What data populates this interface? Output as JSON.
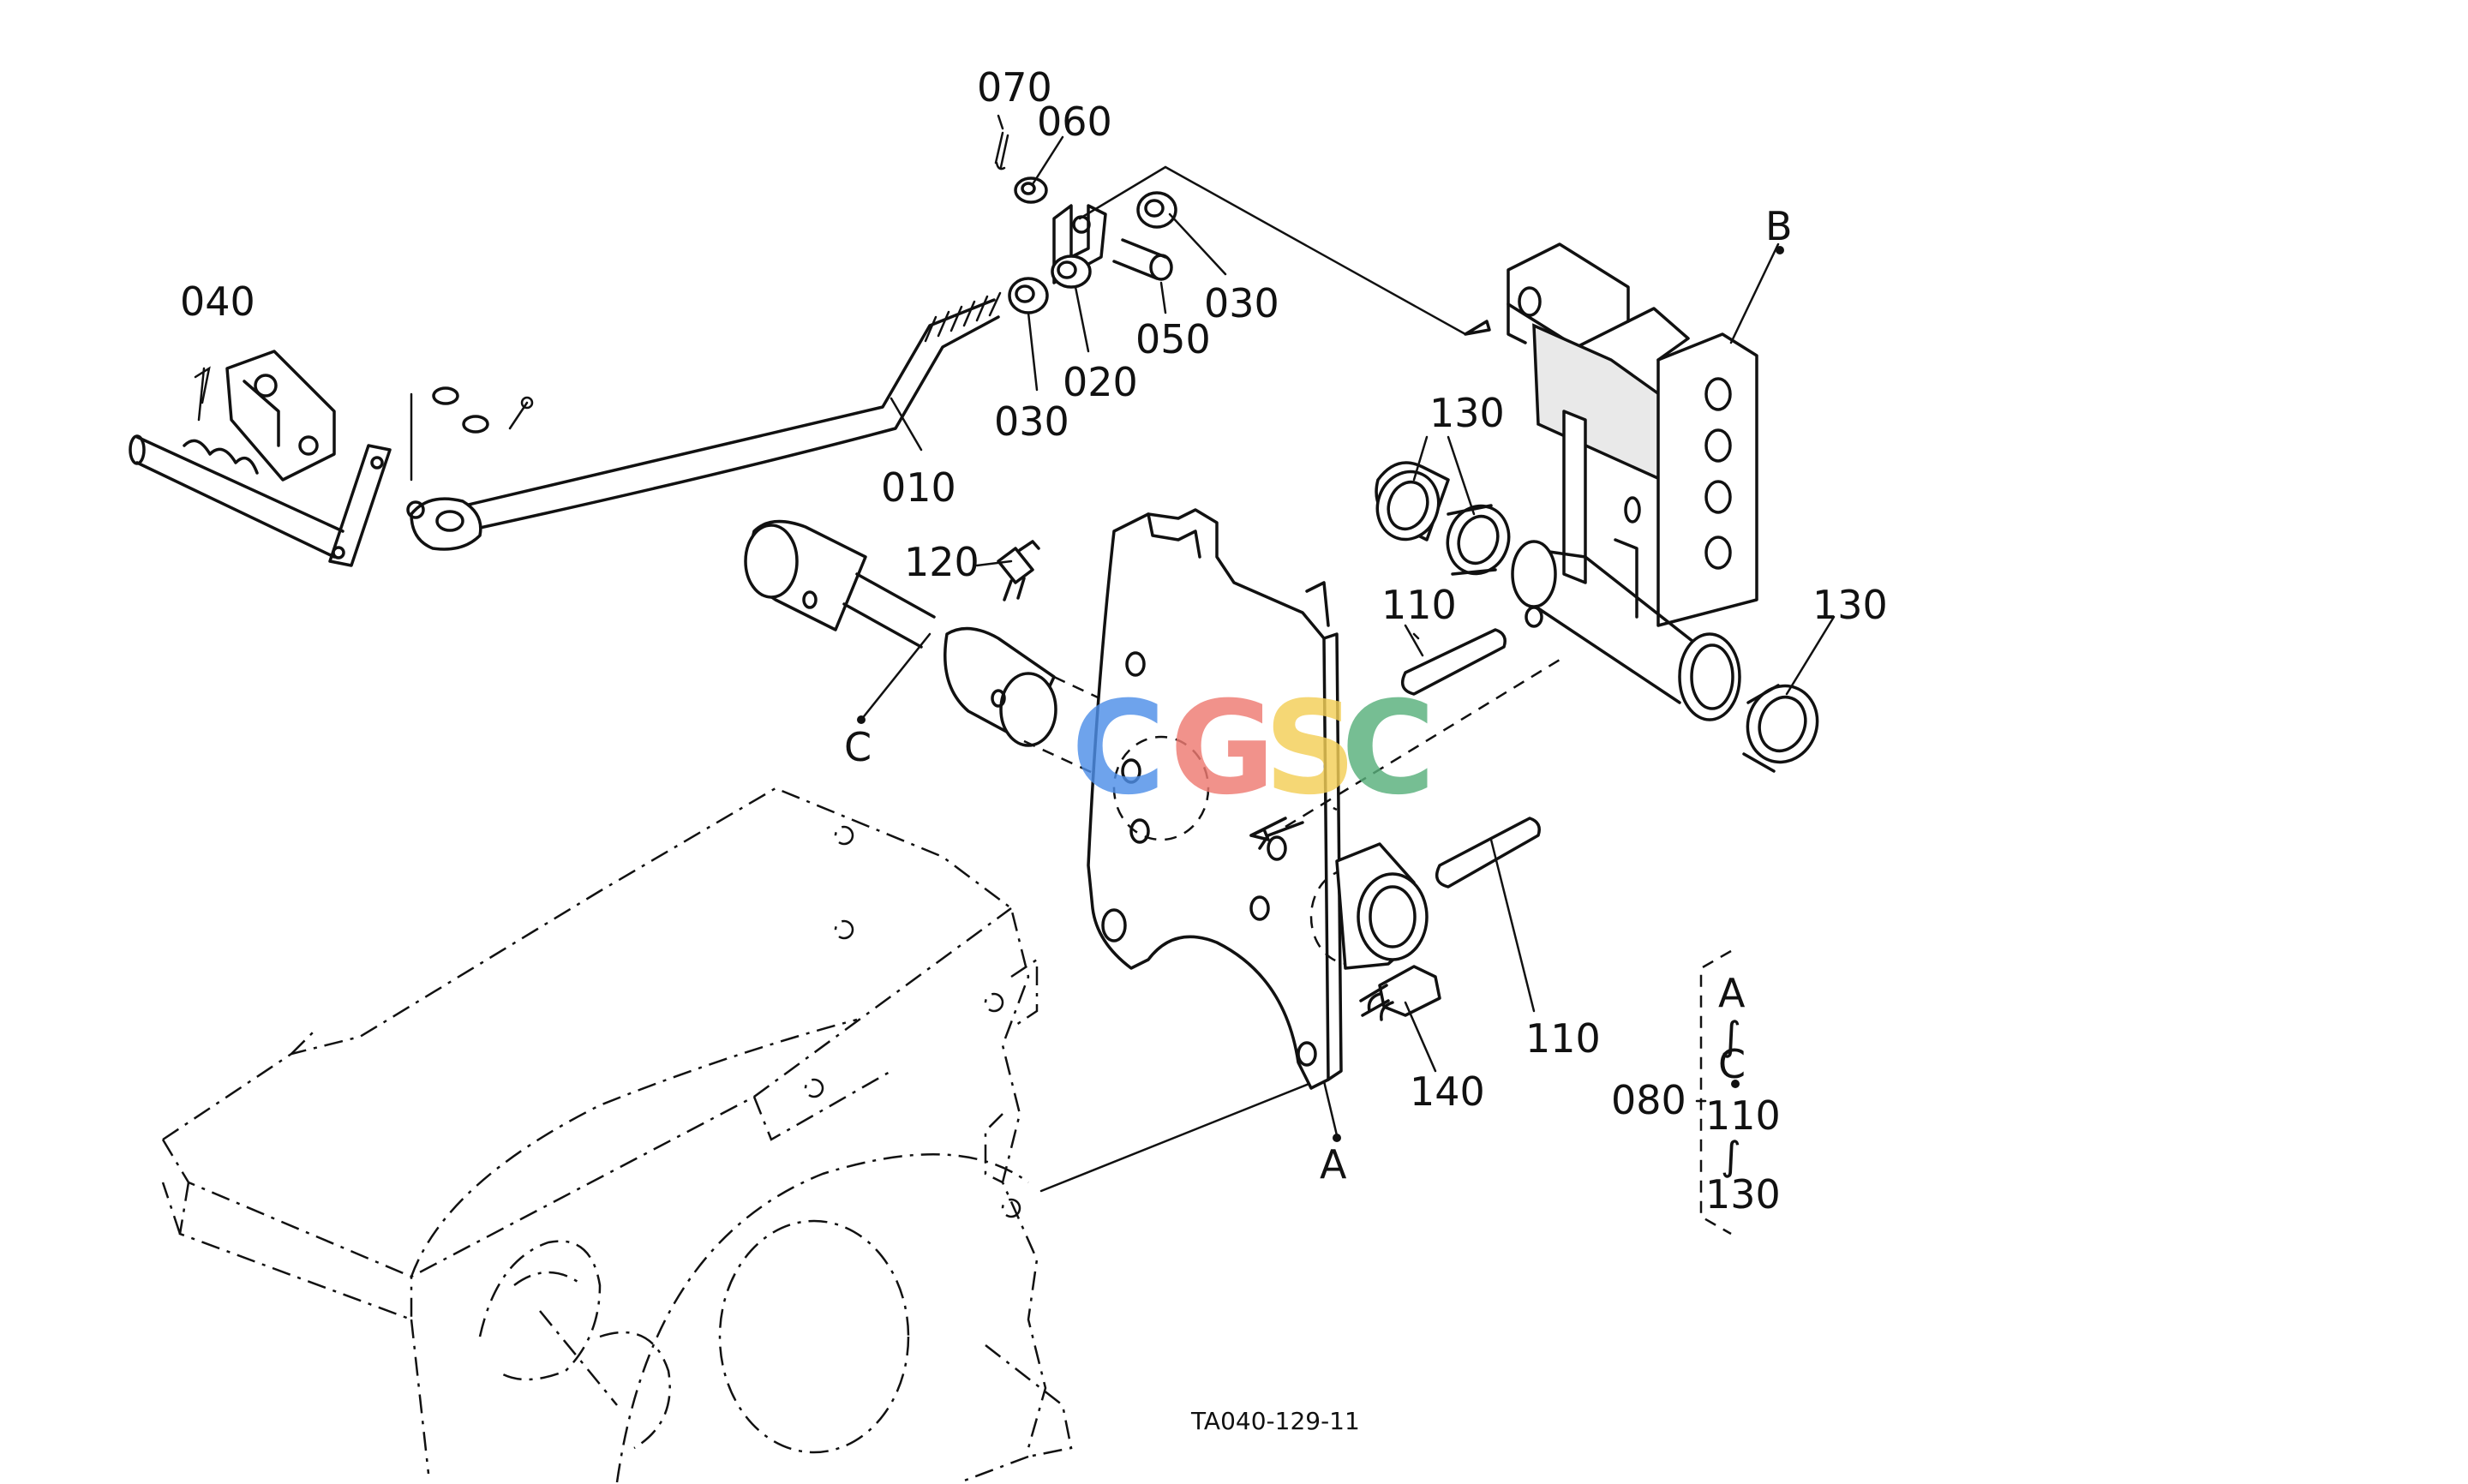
{
  "labels": {
    "p010": "010",
    "p020": "020",
    "p030a": "030",
    "p030b": "030",
    "p040": "040",
    "p050": "050",
    "p060": "060",
    "p070": "070",
    "p110a": "110",
    "p110b": "110",
    "p120": "120",
    "p130a": "130",
    "p130b": "130",
    "p140": "140",
    "refA": "A",
    "refB": "B",
    "refC": "C"
  },
  "assembly": {
    "code": "080",
    "range1_from": "A",
    "range1_tilde": "∫",
    "range1_to": "C",
    "range2_from": "110",
    "range2_tilde": "∫",
    "range2_to": "130"
  },
  "watermark": {
    "letters": [
      "C",
      "G",
      "S",
      "C"
    ],
    "colors": [
      "#4f8fe8",
      "#ee7b72",
      "#f3cf57",
      "#59b07c"
    ]
  },
  "drawing_code": "TA040-129-11"
}
